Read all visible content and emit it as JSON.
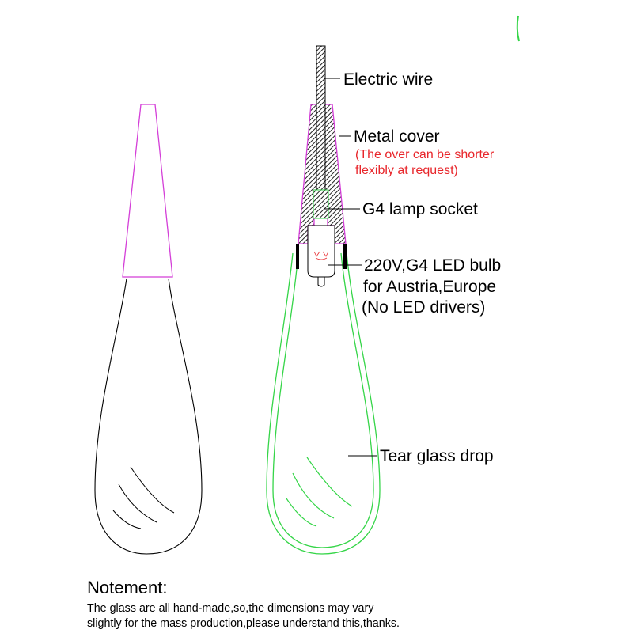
{
  "labels": {
    "electric_wire": "Electric wire",
    "metal_cover": "Metal cover",
    "metal_cover_note_1": "(The over can be shorter",
    "metal_cover_note_2": "flexibly at request)",
    "socket": "G4 lamp socket",
    "bulb_1": "220V,G4 LED bulb",
    "bulb_2": "for Austria,Europe",
    "bulb_3": "(No LED drivers)",
    "glass": "Tear glass drop"
  },
  "note": {
    "title": "Notement:",
    "line_1": "The glass are all hand-made,so,the dimensions may vary",
    "line_2": "slightly for the mass production,please understand this,thanks."
  },
  "colors": {
    "cover": "#d43fd8",
    "glass": "#35d548",
    "note": "#e8262b",
    "outline": "#000000"
  }
}
